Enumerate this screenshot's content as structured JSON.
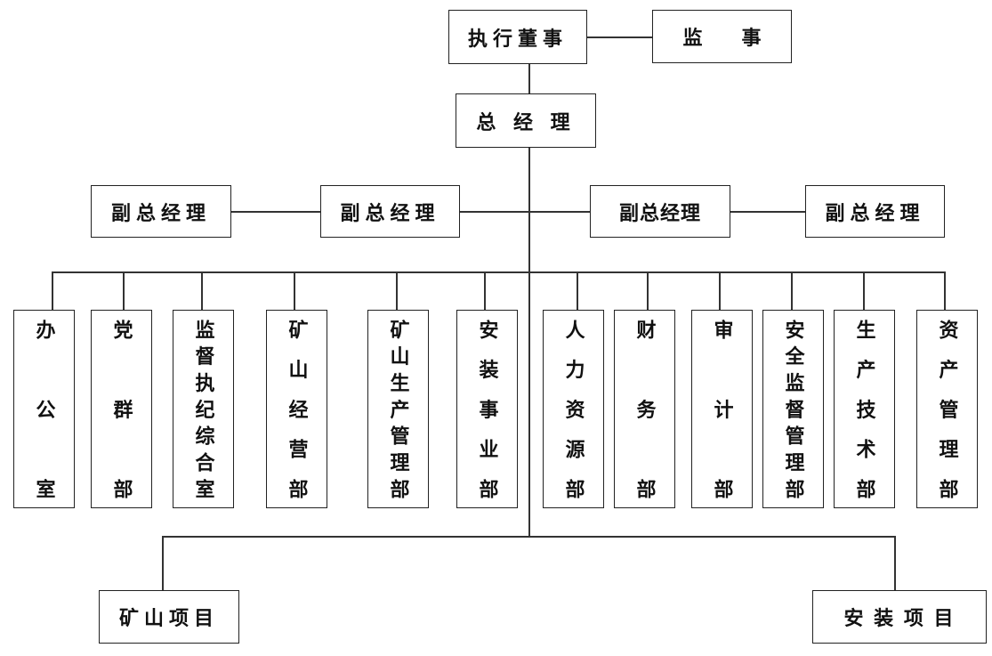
{
  "top": {
    "executive_director": "执行董事",
    "supervisor": "监　　事"
  },
  "general_manager": "总 经 理",
  "deputies": [
    "副总经理",
    "副总经理",
    "副总经理",
    "副总经理"
  ],
  "departments": [
    {
      "label": "办公室",
      "chars": [
        "办",
        "公",
        "",
        "室"
      ]
    },
    {
      "label": "党群部",
      "chars": [
        "党",
        "",
        "群",
        "",
        "部"
      ]
    },
    {
      "label": "监督执纪综合室",
      "chars": [
        "监",
        "督",
        "执",
        "纪",
        "综",
        "合",
        "室"
      ]
    },
    {
      "label": "矿山经营部",
      "chars": [
        "矿",
        "山",
        "经",
        "营",
        "部"
      ]
    },
    {
      "label": "矿山生产管理部",
      "chars": [
        "矿",
        "山",
        "生",
        "产",
        "管",
        "理",
        "部"
      ]
    },
    {
      "label": "安装事业部",
      "chars": [
        "安",
        "装",
        "事",
        "业",
        "部"
      ]
    },
    {
      "label": "人力资源部",
      "chars": [
        "人",
        "力",
        "资",
        "源",
        "部"
      ]
    },
    {
      "label": "财务部",
      "chars": [
        "财",
        "",
        "务",
        "",
        "部"
      ]
    },
    {
      "label": "审计部",
      "chars": [
        "审",
        "",
        "计",
        "",
        "部"
      ]
    },
    {
      "label": "安全监督管理部",
      "chars": [
        "安",
        "全",
        "监",
        "督",
        "管",
        "理",
        "部"
      ]
    },
    {
      "label": "生产技术部",
      "chars": [
        "生",
        "产",
        "技",
        "术",
        "部"
      ]
    },
    {
      "label": "资产管理部",
      "chars": [
        "资",
        "产",
        "管",
        "理",
        "部"
      ]
    }
  ],
  "projects": [
    "矿山项目",
    "安 装 项 目"
  ]
}
